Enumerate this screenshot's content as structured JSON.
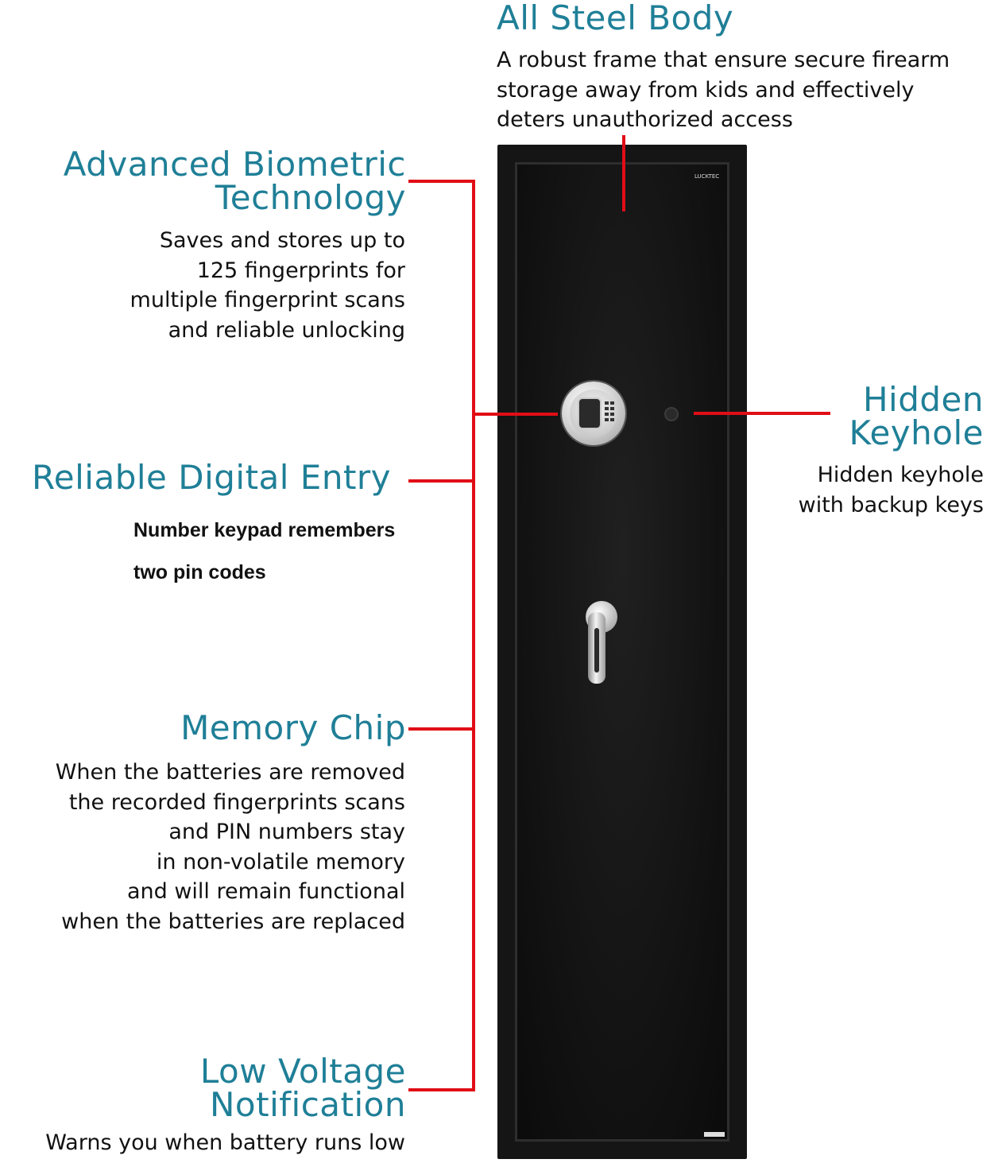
{
  "all_steel": {
    "title": "All Steel Body",
    "lines": [
      "A robust frame that ensure secure firearm",
      "storage away from kids and effectively",
      "deters unauthorized access"
    ]
  },
  "biometric": {
    "title_lines": [
      "Advanced Biometric",
      "Technology"
    ],
    "lines": [
      "Saves and stores up to",
      "125 fingerprints for",
      "multiple fingerprint scans",
      "and reliable unlocking"
    ]
  },
  "hidden_keyhole": {
    "title_lines": [
      "Hidden",
      "Keyhole"
    ],
    "lines": [
      "Hidden keyhole",
      "with backup keys"
    ]
  },
  "digital_entry": {
    "title": "Reliable Digital Entry",
    "lines": [
      "Number keypad remembers",
      "two pin codes"
    ]
  },
  "memory_chip": {
    "title": "Memory Chip",
    "lines": [
      "When the batteries are removed",
      "the recorded fingerprints scans",
      "and PIN numbers stay",
      "in non-volatile memory",
      "and will remain functional",
      "when the batteries are replaced"
    ]
  },
  "low_voltage": {
    "title_lines": [
      "Low Voltage",
      "Notification"
    ],
    "lines": [
      "Warns you when battery runs low"
    ]
  },
  "safe": {
    "logo_text": "LUCKTEC",
    "icons": [
      "fingerprint-scanner-icon",
      "keypad-icon",
      "keyhole-icon",
      "handle-icon"
    ]
  },
  "colors": {
    "heading": "#1f7f97",
    "connector": "#e10d16",
    "safe": "#151515"
  }
}
